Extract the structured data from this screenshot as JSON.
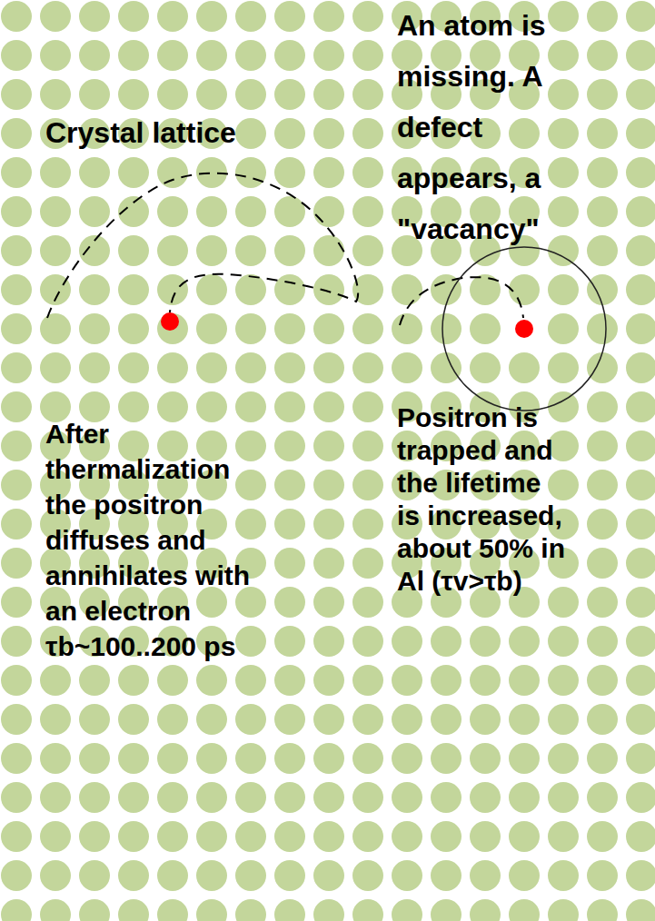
{
  "diagram": {
    "labels": [
      "Crystal lattice",
      "An atom is missing. A defect appears, a \"vacancy\"",
      "After thermalization the positron diffuses and annihilates with an electron τb~100..200 ps",
      "Positron is trapped and the lifetime is increased, about 50% in Al (τv>τb)"
    ]
  }
}
